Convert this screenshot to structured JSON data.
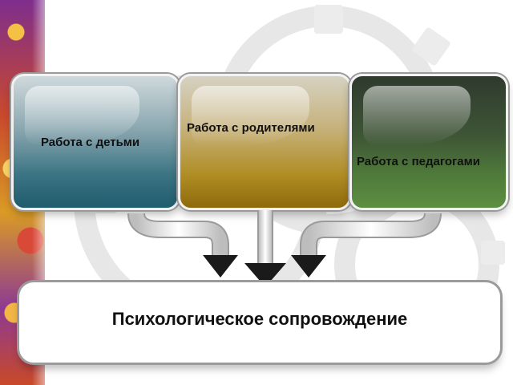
{
  "boxes": [
    {
      "label": "Работа с детьми"
    },
    {
      "label": "Работа с родителями"
    },
    {
      "label": "Работа с педагогами"
    }
  ],
  "bottom": {
    "label": "Психологическое сопровождение"
  }
}
